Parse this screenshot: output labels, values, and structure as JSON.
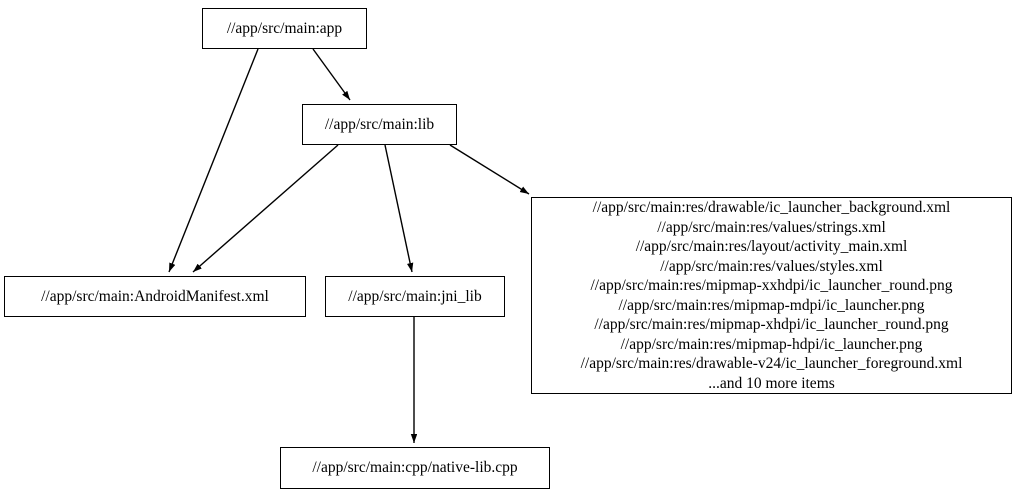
{
  "diagram": {
    "type": "directed-graph",
    "title": "",
    "background_color": "#ffffff",
    "node_border_color": "#000000",
    "edge_color": "#000000",
    "nodes": [
      {
        "id": "app",
        "label": "//app/src/main:app"
      },
      {
        "id": "lib",
        "label": "//app/src/main:lib"
      },
      {
        "id": "manifest",
        "label": "//app/src/main:AndroidManifest.xml"
      },
      {
        "id": "jni_lib",
        "label": "//app/src/main:jni_lib"
      },
      {
        "id": "cpp",
        "label": "//app/src/main:cpp/native-lib.cpp"
      },
      {
        "id": "res_group",
        "lines": [
          "//app/src/main:res/drawable/ic_launcher_background.xml",
          "//app/src/main:res/values/strings.xml",
          "//app/src/main:res/layout/activity_main.xml",
          "//app/src/main:res/values/styles.xml",
          "//app/src/main:res/mipmap-xxhdpi/ic_launcher_round.png",
          "//app/src/main:res/mipmap-mdpi/ic_launcher.png",
          "//app/src/main:res/mipmap-xhdpi/ic_launcher_round.png",
          "//app/src/main:res/mipmap-hdpi/ic_launcher.png",
          "//app/src/main:res/drawable-v24/ic_launcher_foreground.xml",
          "...and 10 more items"
        ]
      }
    ],
    "edges": [
      {
        "from": "app",
        "to": "manifest"
      },
      {
        "from": "app",
        "to": "lib"
      },
      {
        "from": "lib",
        "to": "manifest"
      },
      {
        "from": "lib",
        "to": "jni_lib"
      },
      {
        "from": "lib",
        "to": "res_group"
      },
      {
        "from": "jni_lib",
        "to": "cpp"
      }
    ]
  }
}
